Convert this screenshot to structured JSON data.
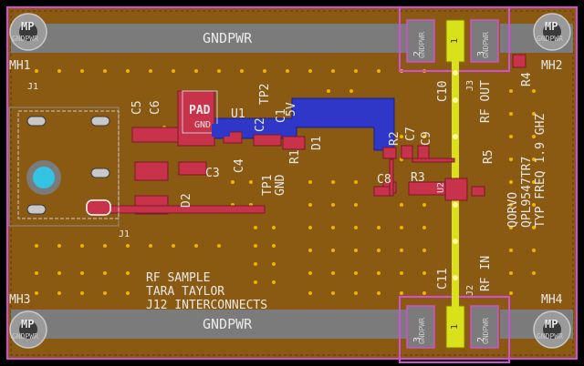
{
  "board": {
    "colors": {
      "background": "#000000",
      "copper_fill": "#8a5a12",
      "outline": "#d44dd6",
      "top_copper": "#c8334b",
      "bottom_copper": "#2f37c8",
      "silkscreen": "#e9e9e9",
      "rf_trace": "#d9e11b",
      "via_ring": "#f0b400",
      "pad_gray": "#7b7b7b"
    },
    "rails": {
      "top_label": "GNDPWR",
      "bottom_label": "GNDPWR"
    },
    "mounting_holes": [
      {
        "ref": "MH1",
        "badge": "MP",
        "net": "GNDPWR"
      },
      {
        "ref": "MH2",
        "badge": "MP",
        "net": "GNDPWR"
      },
      {
        "ref": "MH3",
        "badge": "MP",
        "net": "GNDPWR"
      },
      {
        "ref": "MH4",
        "badge": "MP",
        "net": "GNDPWR"
      }
    ],
    "connectors": {
      "j1_top": "J1",
      "j1_bottom": "J1",
      "j_top_pins": [
        "2",
        "1",
        "3"
      ],
      "j_bottom_pins": [
        "3",
        "1",
        "2"
      ],
      "rf_out": "RF OUT",
      "rf_in": "RF IN",
      "j2": "J2",
      "j3": "J3"
    },
    "components": {
      "pad": "PAD",
      "gnd": "GND",
      "u1": "U1",
      "tp2": "TP2",
      "tp1": "TP1",
      "tp1_sub": "GND",
      "sv": "5V",
      "c5": "C5",
      "c6": "C6",
      "c4": "C4",
      "c3": "C3",
      "c2": "C2",
      "c1": "C1",
      "c7": "C7",
      "c8": "C8",
      "c9": "C9",
      "c10": "C10",
      "c11": "C11",
      "r1": "R1",
      "r2": "R2",
      "r3": "R3",
      "r4": "R4",
      "r5": "R5",
      "d1": "D1",
      "d2": "D2",
      "u2": "U2"
    },
    "part_text": {
      "line1": "QORVO",
      "line2": "QPL9547TR7",
      "line3": "TYP FREQ 1.9 GHZ"
    },
    "silk_text": {
      "line1": "RF SAMPLE",
      "line2": "TARA TAYLOR",
      "line3": "J12 INTERCONNECTS"
    }
  }
}
